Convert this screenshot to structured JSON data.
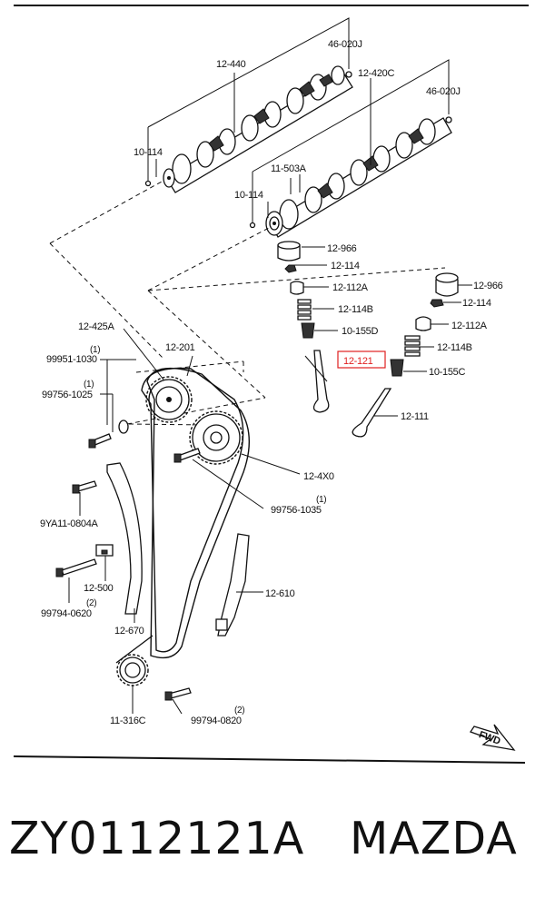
{
  "labels": {
    "l_46_020J_a": "46-020J",
    "l_12_440": "12-440",
    "l_12_420C": "12-420C",
    "l_46_020J_b": "46-020J",
    "l_10_114_a": "10-114",
    "l_11_503A": "11-503A",
    "l_10_114_b": "10-114",
    "l_12_966_a": "12-966",
    "l_12_114_a": "12-114",
    "l_12_112A_a": "12-112A",
    "l_12_114B_a": "12-114B",
    "l_10_155D": "10-155D",
    "l_12_121": "12-121",
    "l_12_966_b": "12-966",
    "l_12_114_b": "12-114",
    "l_12_112A_b": "12-112A",
    "l_12_114B_b": "12-114B",
    "l_10_155C": "10-155C",
    "l_12_111": "12-111",
    "l_12_425A": "12-425A",
    "l_12_201": "12-201",
    "q_1_a": "(1)",
    "l_99951_1030": "99951-1030",
    "q_1_b": "(1)",
    "l_99756_1025": "99756-1025",
    "l_12_4X0": "12-4X0",
    "q_1_c": "(1)",
    "l_99756_1035": "99756-1035",
    "l_9YA11_0804A": "9YA11-0804A",
    "l_12_500": "12-500",
    "q_2_a": "(2)",
    "l_99794_0620": "99794-0620",
    "l_12_610": "12-610",
    "l_12_670": "12-670",
    "l_11_316C": "11-316C",
    "q_2_b": "(2)",
    "l_99794_0820": "99794-0820",
    "fwd": "FWD"
  },
  "caption": {
    "part_number": "ZY0112121A",
    "brand": "MAZDA"
  },
  "highlight_color": "#e02020"
}
